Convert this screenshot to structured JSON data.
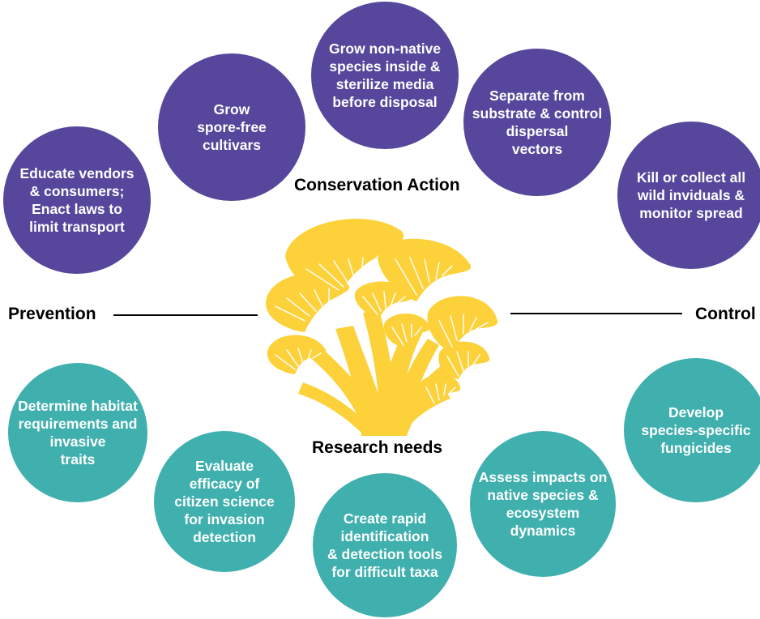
{
  "colors": {
    "action": "#56479c",
    "research": "#3fb0ae",
    "mushroom": "#fcd13a"
  },
  "headings": {
    "conservation_action": "Conservation Action",
    "research_needs": "Research needs"
  },
  "axis": {
    "left_label": "Prevention",
    "right_label": "Control"
  },
  "center_icon": "oyster-mushroom-cluster-icon",
  "actions": [
    "Educate vendors\n& consumers;\nEnact laws to\nlimit transport",
    "Grow\nspore-free\ncultivars",
    "Grow non-native\nspecies inside &\nsterilize media\nbefore disposal",
    "Separate from\nsubstrate & control\ndispersal\nvectors",
    "Kill or collect all\nwild inviduals &\nmonitor spread"
  ],
  "research": [
    "Determine habitat\nrequirements and\ninvasive\ntraits",
    "Evaluate\nefficacy of\ncitizen science\nfor invasion\ndetection",
    "Create rapid\nidentification\n& detection tools\nfor difficult taxa",
    "Assess impacts on\nnative species &\necosystem\ndynamics",
    "Develop\nspecies-specific\nfungicides"
  ]
}
